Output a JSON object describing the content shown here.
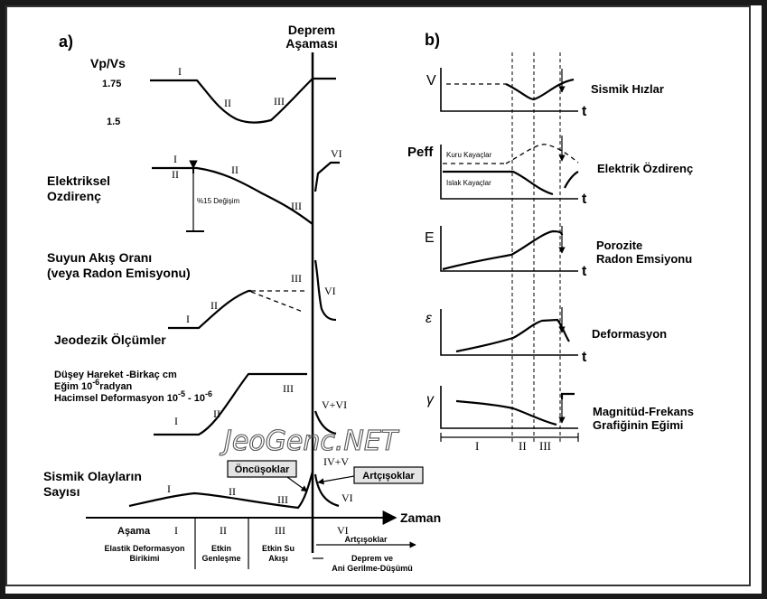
{
  "panel_a": {
    "label": "a)",
    "stage_header": "Deprem\nAşaması",
    "vpvs": {
      "title": "Vp/Vs",
      "tick_high": "1.75",
      "tick_low": "1.5"
    },
    "resistivity": {
      "title": "Elektriksel\nOzdirenç",
      "change": "%15 Değişim"
    },
    "flow": {
      "title": "Suyun Akış Oranı\n(veya Radon Emisyonu)"
    },
    "geodetic": {
      "title": "Jeodezik Ölçümler",
      "vertical": "Düşey Hareket -Birkaç cm",
      "tilt_prefix": "Eğim 10",
      "tilt_exp": "-6",
      "tilt_suffix": "radyan",
      "volumetric_prefix": "Hacimsel Deformasyon 10",
      "vol_exp1": "-5",
      "vol_mid": " - 10",
      "vol_exp2": "-6"
    },
    "seismic": {
      "title": "Sismik Olayların\nSayısı",
      "foreshocks": "Öncüşoklar",
      "aftershocks": "Artçışoklar"
    },
    "time_axis": "Zaman",
    "stage_label": "Aşama",
    "phases": [
      "Elastik Deformasyon\nBirikimi",
      "Etkin\nGenleşme",
      "Etkin Su\nAkışı"
    ],
    "aftershock_phase": "Artçışoklar",
    "quake_phase": "Deprem ve\nAni Gerilme-Düşümü"
  },
  "panel_b": {
    "label": "b)",
    "plots": [
      {
        "y": "V",
        "name": "Sismik Hızlar"
      },
      {
        "y": "Peff",
        "name": "Elektrik Özdirenç",
        "dry": "Kuru Kayaçlar",
        "wet": "Islak Kayaçlar"
      },
      {
        "y": "E",
        "name": "Porozite\nRadon Emsiyonu"
      },
      {
        "y": "ε",
        "name": "Deformasyon"
      },
      {
        "y": "γ",
        "name": "Magnitüd-Frekans\nGrafiğinin Eğimi"
      }
    ],
    "t_label": "t",
    "stages": [
      "I",
      "II",
      "III"
    ]
  },
  "stage_numerals": [
    "I",
    "II",
    "III",
    "IV+V",
    "V+VI",
    "VI"
  ],
  "watermark": "JeoGenc.NET"
}
